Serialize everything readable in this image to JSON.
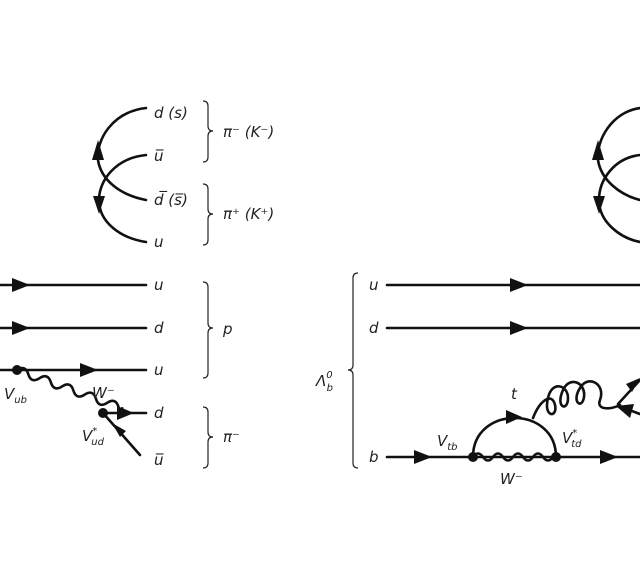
{
  "left_diagram": {
    "quark_labels": [
      "d (s)",
      "u̅",
      "d̅ (s̅)",
      "u",
      "u",
      "d",
      "u",
      "d",
      "u̅"
    ],
    "meson_1": "π⁻ (K⁻)",
    "meson_2": "π⁺ (K⁺)",
    "baryon": "p",
    "meson_3": "π⁻",
    "boson": "W⁻",
    "vertex_1": {
      "main": "V",
      "sub": "ub"
    },
    "vertex_2": {
      "main": "V",
      "sup": "*",
      "sub": "ud"
    }
  },
  "right_diagram": {
    "quark_labels": [
      "u",
      "d",
      "b"
    ],
    "baryon": {
      "main": "Λ",
      "sup": "0",
      "sub": "b"
    },
    "loop_quark": "t",
    "boson": "W⁻",
    "vertex_1": {
      "main": "V",
      "sub": "tb"
    },
    "vertex_2": {
      "main": "V",
      "sup": "*",
      "sub": "td"
    }
  },
  "colors": {
    "line": "#111111",
    "text": "#222222",
    "background": "#ffffff"
  }
}
